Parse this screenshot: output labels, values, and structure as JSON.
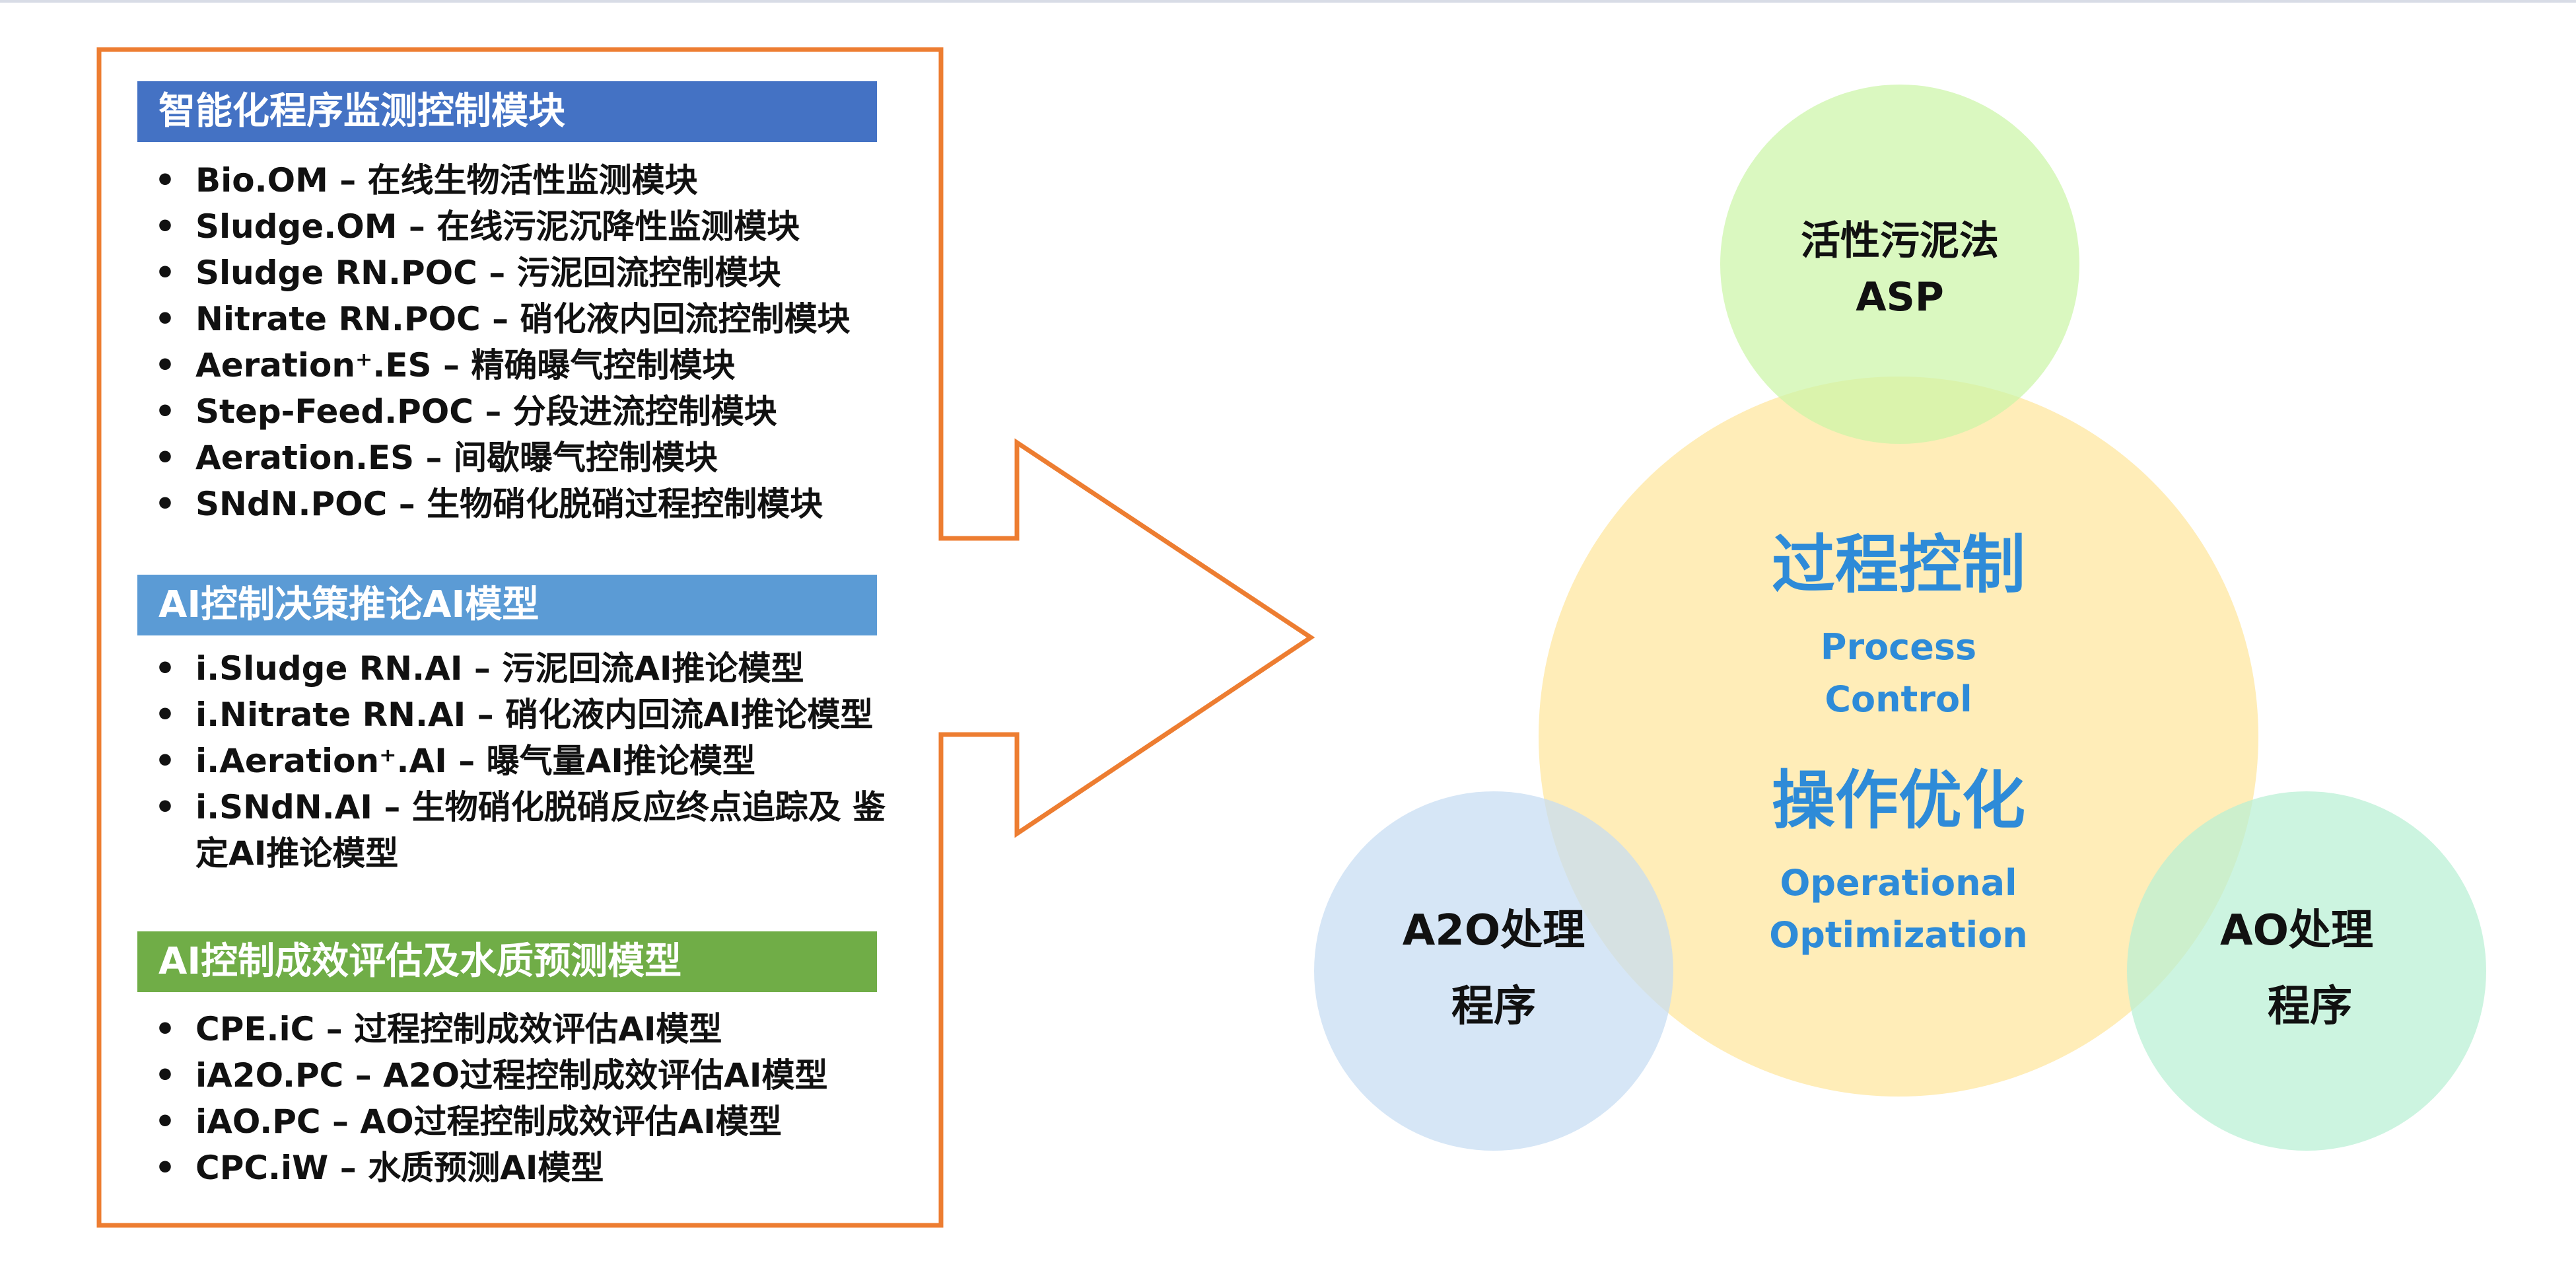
{
  "colors": {
    "arrow_outline": "#ED7D31",
    "header_1": "#4472C4",
    "header_2": "#5B9BD5",
    "header_3": "#70AD47",
    "title_blue": "#2E8BD8",
    "circle_center": "#FFE9A8",
    "circle_top": "#CCF5A8",
    "circle_left": "#C6DDF2",
    "circle_right": "#B8F0D4"
  },
  "left_panel": {
    "sections": [
      {
        "header": "智能化程序监测控制模块",
        "items": [
          "Bio.OM – 在线生物活性监测模块",
          "Sludge.OM – 在线污泥沉降性监测模块",
          "Sludge RN.POC – 污泥回流控制模块",
          "Nitrate RN.POC – 硝化液内回流控制模块",
          "Aeration⁺.ES – 精确曝气控制模块",
          "Step-Feed.POC – 分段进流控制模块",
          "Aeration.ES – 间歇曝气控制模块",
          "SNdN.POC – 生物硝化脱硝过程控制模块"
        ]
      },
      {
        "header": "AI控制决策推论AI模型",
        "items": [
          "i.Sludge RN.AI – 污泥回流AI推论模型",
          "i.Nitrate RN.AI – 硝化液内回流AI推论模型",
          "i.Aeration⁺.AI – 曝气量AI推论模型",
          "i.SNdN.AI – 生物硝化脱硝反应终点追踪及 鉴定AI推论模型"
        ]
      },
      {
        "header": "AI控制成效评估及水质预测模型",
        "items": [
          "CPE.iC – 过程控制成效评估AI模型",
          "iA2O.PC – A2O过程控制成效评估AI模型",
          "iAO.PC – AO过程控制成效评估AI模型",
          "CPC.iW – 水质预测AI模型"
        ]
      }
    ]
  },
  "bullet": "•",
  "venn": {
    "center": {
      "title_1": "过程控制",
      "sub_1_line1": "Process",
      "sub_1_line2": "Control",
      "title_2": "操作优化",
      "sub_2_line1": "Operational",
      "sub_2_line2": "Optimization"
    },
    "top": {
      "line1": "活性污泥法",
      "line2": "ASP"
    },
    "left": {
      "line1": "A2O处理",
      "line2": "程序"
    },
    "right": {
      "line1": "AO处理",
      "line2": "程序"
    }
  }
}
